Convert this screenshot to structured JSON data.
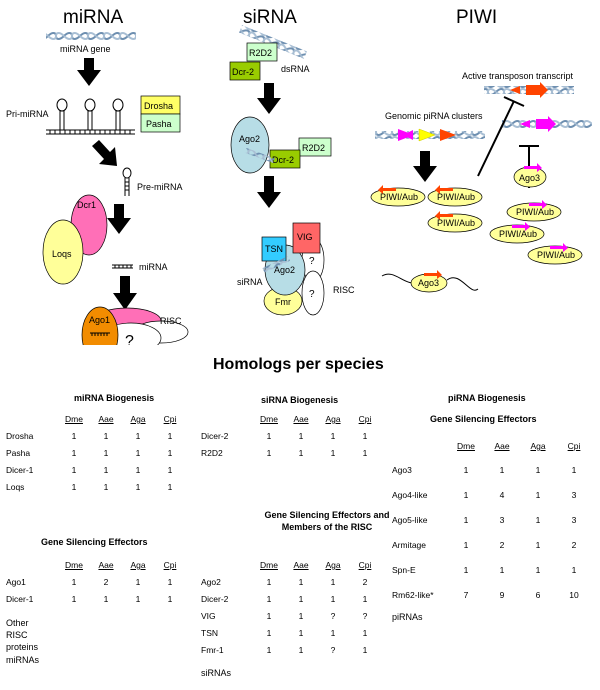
{
  "panel_titles": {
    "mirna": "miRNA",
    "sirna": "siRNA",
    "piwi": "PIWI"
  },
  "mirna_diagram": {
    "gene": "miRNA gene",
    "pri": "Pri-miRNA",
    "drosha": "Drosha",
    "pasha": "Pasha",
    "pre": "Pre-miRNA",
    "dcr1": "Dcr1",
    "loqs": "Loqs",
    "mirna": "miRNA",
    "ago1": "Ago1",
    "unknown": "?",
    "risc": "RISC"
  },
  "sirna_diagram": {
    "r2d2": "R2D2",
    "dcr2": "Dcr-2",
    "dsrna": "dsRNA",
    "ago2": "Ago2",
    "tsn": "TSN",
    "vig": "VIG",
    "sirna": "siRNA",
    "fmr": "Fmr",
    "unknown": "?",
    "risc": "RISC"
  },
  "piwi_diagram": {
    "transcript": "Active transposon transcript",
    "clusters": "Genomic piRNA clusters",
    "piwi_aub": "PIWI/Aub",
    "ago3": "Ago3"
  },
  "colors": {
    "drosha": "#ffff66",
    "pasha": "#ccffcc",
    "r2d2": "#ccffcc",
    "dcr2": "#99cc00",
    "dcr1": "#ff6fb7",
    "loqs": "#ffff99",
    "ago1": "#f28c00",
    "ago2": "#b7dde6",
    "tsn": "#33ccff",
    "vig": "#ff6666",
    "fmr": "#ffff99",
    "piwi": "#ffff99",
    "orange_arrow": "#ff4400",
    "magenta_arrow": "#ff00ff",
    "yellow_arrow": "#ffff00",
    "dna": "#6e8fb0"
  },
  "homologs_title": "Homologs per species",
  "mirna_biogenesis": {
    "title": "miRNA Biogenesis",
    "columns": [
      "",
      "Dme",
      "Aae",
      "Aga",
      "Cpi"
    ],
    "rows": [
      [
        "Drosha",
        "1",
        "1",
        "1",
        "1"
      ],
      [
        "Pasha",
        "1",
        "1",
        "1",
        "1"
      ],
      [
        "Dicer-1",
        "1",
        "1",
        "1",
        "1"
      ],
      [
        "Loqs",
        "1",
        "1",
        "1",
        "1"
      ]
    ]
  },
  "mirna_effectors": {
    "title": "Gene Silencing Effectors",
    "columns": [
      "",
      "Dme",
      "Aae",
      "Aga",
      "Cpi"
    ],
    "rows": [
      [
        "Ago1",
        "1",
        "2",
        "1",
        "1"
      ],
      [
        "Dicer-1",
        "1",
        "1",
        "1",
        "1"
      ]
    ],
    "other": "Other RISC proteins",
    "footer": "miRNAs"
  },
  "sirna_biogenesis": {
    "title": "siRNA Biogenesis",
    "columns": [
      "",
      "Dme",
      "Aae",
      "Aga",
      "Cpi"
    ],
    "rows": [
      [
        "Dicer-2",
        "1",
        "1",
        "1",
        "1"
      ],
      [
        "R2D2",
        "1",
        "1",
        "1",
        "1"
      ]
    ]
  },
  "sirna_effectors": {
    "title": "Gene Silencing Effectors and Members of the RISC",
    "columns": [
      "",
      "Dme",
      "Aae",
      "Aga",
      "Cpi"
    ],
    "rows": [
      [
        "Ago2",
        "1",
        "1",
        "1",
        "2"
      ],
      [
        "Dicer-2",
        "1",
        "1",
        "1",
        "1"
      ],
      [
        "VIG",
        "1",
        "1",
        "?",
        "?"
      ],
      [
        "TSN",
        "1",
        "1",
        "1",
        "1"
      ],
      [
        "Fmr-1",
        "1",
        "1",
        "?",
        "1"
      ]
    ],
    "footer": "siRNAs"
  },
  "pirna_biogenesis": {
    "title": "piRNA Biogenesis",
    "subtitle": "Gene Silencing Effectors",
    "columns": [
      "",
      "Dme",
      "Aae",
      "Aga",
      "Cpi"
    ],
    "rows": [
      [
        "Ago3",
        "1",
        "1",
        "1",
        "1"
      ],
      [
        "Ago4-like",
        "1",
        "4",
        "1",
        "3"
      ],
      [
        "Ago5-like",
        "1",
        "3",
        "1",
        "3"
      ],
      [
        "Armitage",
        "1",
        "2",
        "1",
        "2"
      ],
      [
        "Spn-E",
        "1",
        "1",
        "1",
        "1"
      ],
      [
        "Rm62-like*",
        "7",
        "9",
        "6",
        "10"
      ]
    ],
    "footer": "piRNAs"
  }
}
